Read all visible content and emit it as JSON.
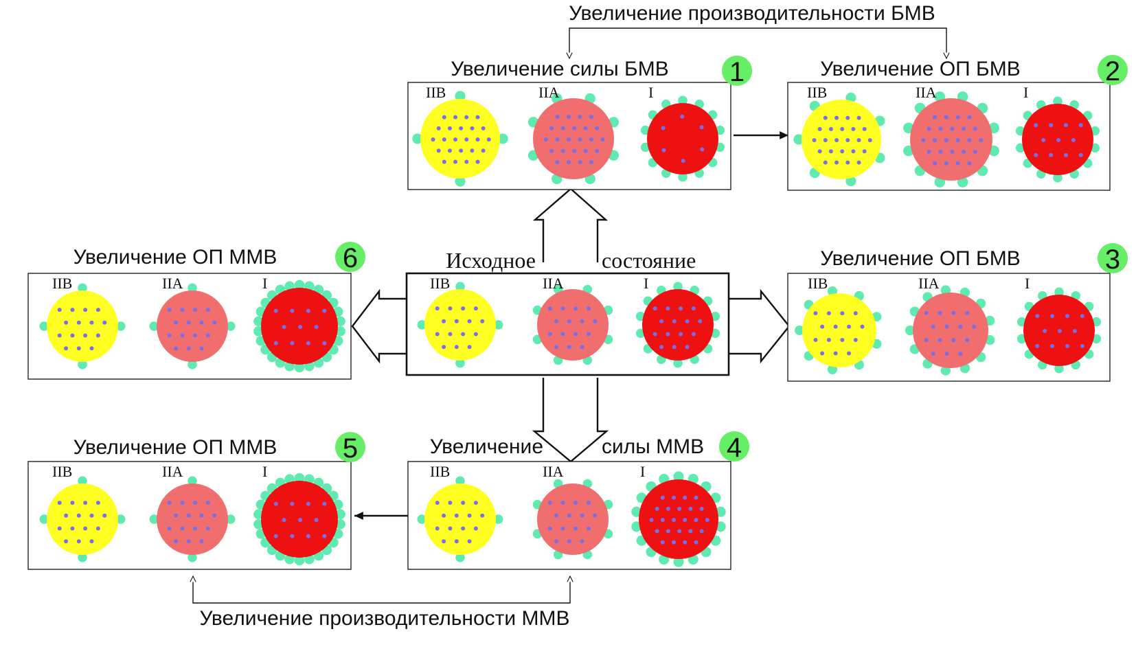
{
  "colors": {
    "type_IIB": "#ffff22",
    "type_IIA": "#f06e6e",
    "type_I": "#ee1111",
    "capillary": "#5eeab0",
    "mitochondria": "#7a6ee6",
    "badge": "#66ee66"
  },
  "fiber_labels": {
    "iib": "IIB",
    "iia": "IIA",
    "i": "I"
  },
  "top_annotation": "Увеличение производительности БМВ",
  "bottom_annotation": "Увеличение производительности ММВ",
  "center": {
    "title_left": "Исходное",
    "title_right": "состояние"
  },
  "panels": [
    {
      "number": "1",
      "title": "Увеличение силы БМВ"
    },
    {
      "number": "2",
      "title": "Увеличение  ОП  БМВ"
    },
    {
      "number": "3",
      "title": "Увеличение  ОП  БМВ"
    },
    {
      "number": "4",
      "title_left": "Увеличение",
      "title_right": "силы ММВ"
    },
    {
      "number": "5",
      "title": "Увеличение  ОП  ММВ"
    },
    {
      "number": "6",
      "title": "Увеличение  ОП  ММВ"
    }
  ]
}
